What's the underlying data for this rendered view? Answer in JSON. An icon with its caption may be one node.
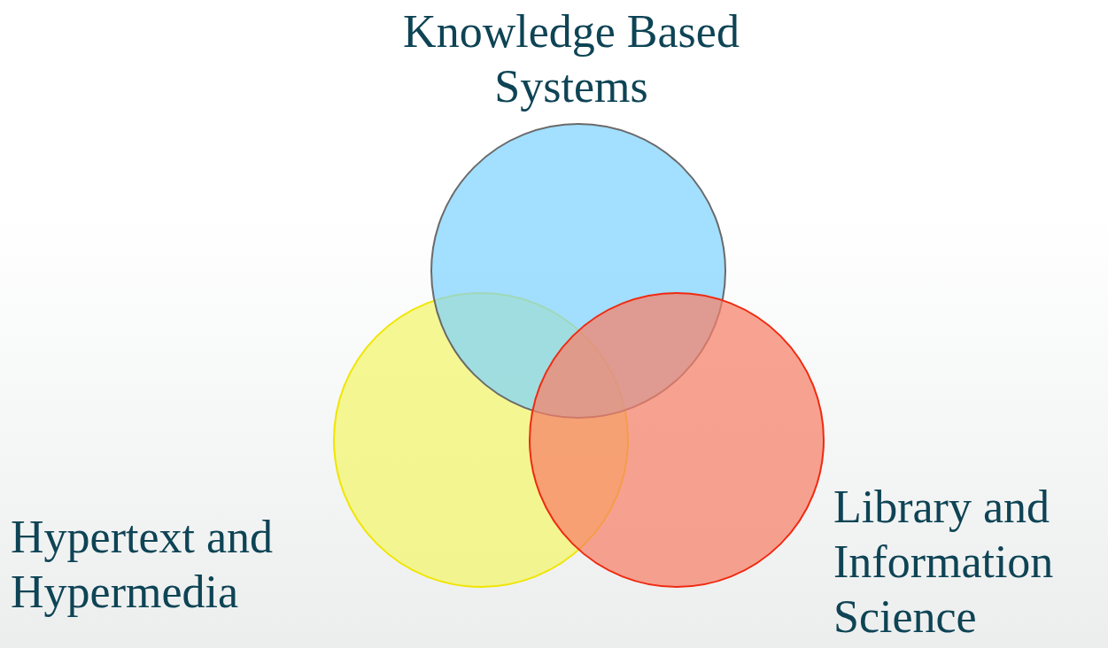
{
  "diagram": {
    "nodes": [
      {
        "text": [
          "Knowledge Based Systems"
        ]
      },
      {
        "text": [
          "Hypertext and Hypermedia"
        ]
      },
      {
        "text": [
          "Library and Information Science"
        ]
      }
    ]
  }
}
